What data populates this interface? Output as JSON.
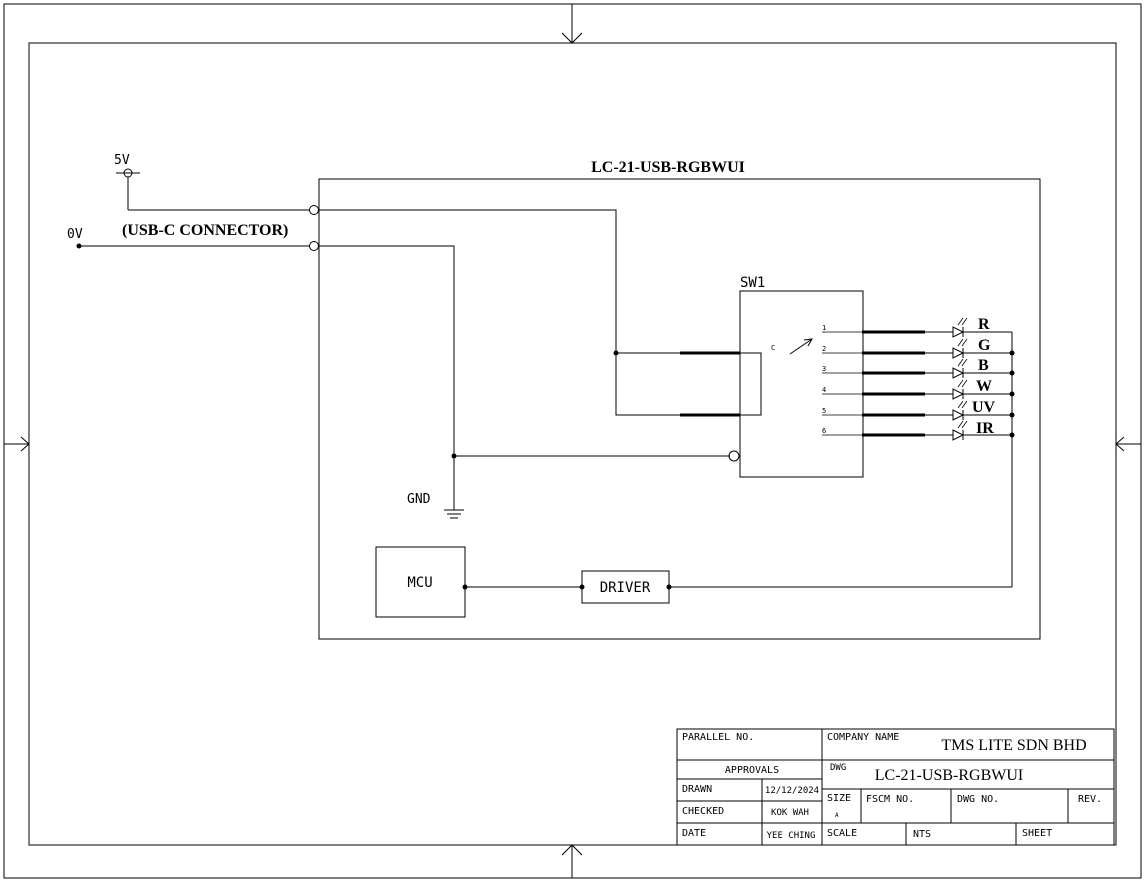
{
  "diagram": {
    "assembly_title": "LC-21-USB-RGBWUI",
    "connector_label": "(USB-C CONNECTOR)",
    "supply_5v": "5V",
    "supply_0v": "0V",
    "ground": "GND",
    "switch": {
      "ref": "SW1",
      "common": "C",
      "pins": [
        "1",
        "2",
        "3",
        "4",
        "5",
        "6"
      ]
    },
    "leds": [
      "R",
      "G",
      "B",
      "W",
      "UV",
      "IR"
    ],
    "mcu": "MCU",
    "driver": "DRIVER"
  },
  "title_block": {
    "parallel_no_label": "PARALLEL NO.",
    "company_name_label": "COMPANY NAME",
    "company_name": "TMS LITE SDN BHD",
    "approvals_label": "APPROVALS",
    "dwg_label": "DWG",
    "dwg_title": "LC-21-USB-RGBWUI",
    "drawn_label": "DRAWN",
    "drawn_value": "12/12/2024",
    "checked_label": "CHECKED",
    "checked_value": "KOK WAH",
    "date_label": "DATE",
    "date_value": "YEE CHING",
    "size_label": "SIZE",
    "size_value": "A",
    "fscm_label": "FSCM NO.",
    "dwg_no_label": "DWG NO.",
    "rev_label": "REV.",
    "scale_label": "SCALE",
    "scale_value": "NTS",
    "sheet_label": "SHEET"
  }
}
